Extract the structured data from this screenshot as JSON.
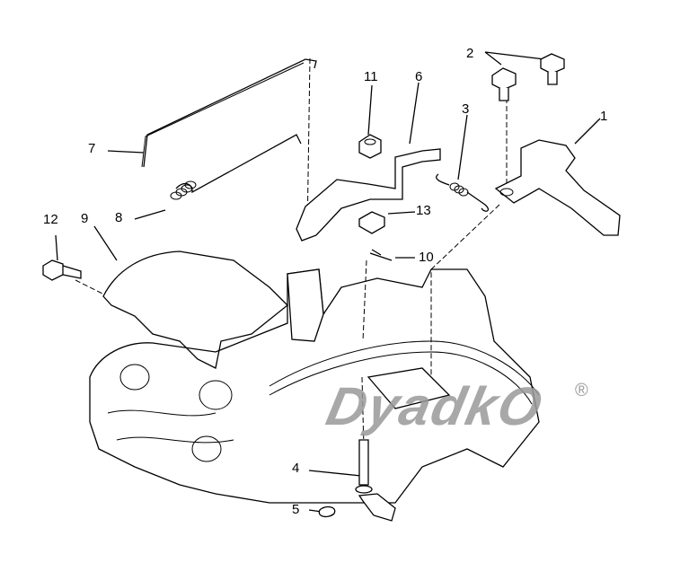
{
  "callouts": {
    "c1": "1",
    "c2": "2",
    "c3": "3",
    "c4": "4",
    "c5": "5",
    "c6": "6",
    "c7": "7",
    "c8": "8",
    "c9": "9",
    "c10": "10",
    "c11": "11",
    "c12": "12",
    "c13": "13"
  },
  "watermark": {
    "text": "DyadkO",
    "registered": "®"
  }
}
